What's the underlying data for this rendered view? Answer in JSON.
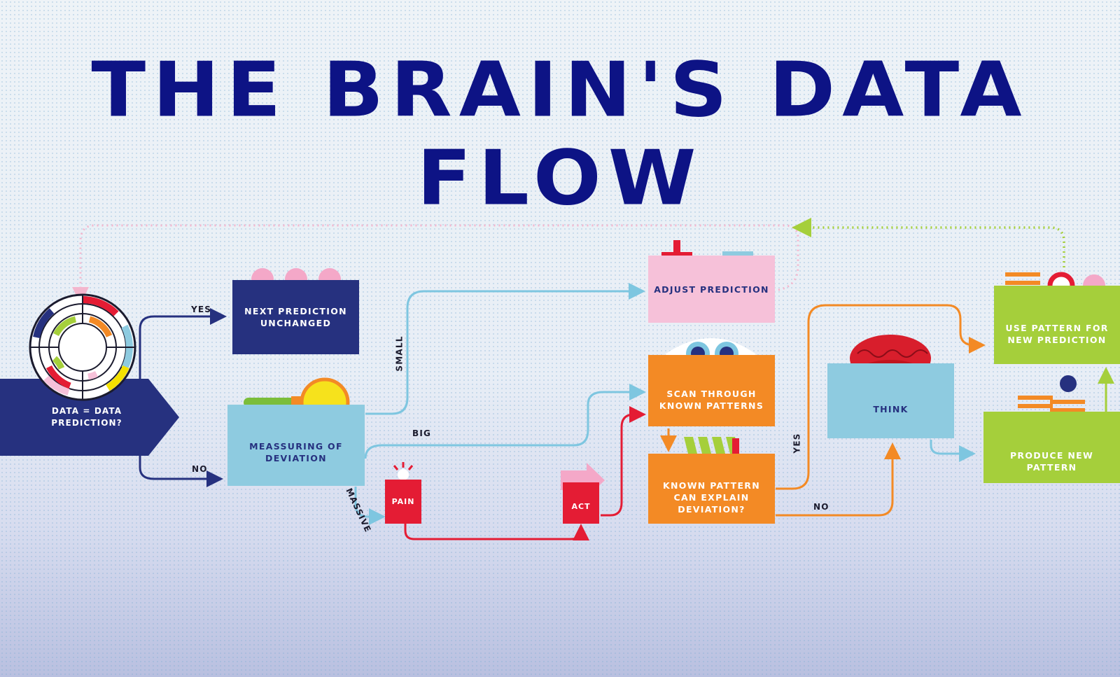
{
  "title": "THE BRAIN'S DATA FLOW",
  "colors": {
    "navy": "#26317f",
    "light_blue": "#8ecbe0",
    "pink": "#f6c1d9",
    "orange": "#f38a25",
    "green": "#a5cf3b",
    "red": "#e41c34",
    "title": "#0d1385"
  },
  "nodes": {
    "start": "DATA = DATA PREDICTION?",
    "next_prediction": "NEXT PREDICTION UNCHANGED",
    "measuring": "MEASSURING OF DEVIATION",
    "pain": "PAIN",
    "act": "ACT",
    "adjust": "ADJUST PREDICTION",
    "scan": "SCAN THROUGH KNOWN PATTERNS",
    "known": "KNOWN PATTERN CAN EXPLAIN DEVIATION?",
    "think": "THINK",
    "use_pattern": "USE PATTERN FOR NEW PREDICTION",
    "produce": "PRODUCE NEW PATTERN"
  },
  "edge_labels": {
    "yes_1": "YES",
    "no_1": "NO",
    "small": "SMALL",
    "big": "BIG",
    "massive": "MASSIVE",
    "yes_2": "YES",
    "no_2": "NO"
  },
  "icons": [
    "target-wheel-icon",
    "magnifier-icon",
    "brain-icon",
    "eyes-icon",
    "plus-icon",
    "minus-icon",
    "pain-burst-icon",
    "arrow-icon"
  ]
}
